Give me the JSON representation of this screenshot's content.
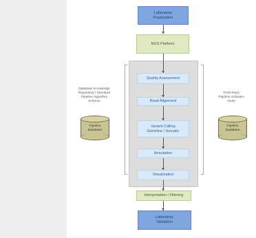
{
  "flow": {
    "top_box": "Laboratory\nPreparation",
    "ngs_platform": "NGS Platform",
    "steps": [
      "Quality Assessment",
      "Read Alignment",
      "Variant Calling\nGermline / Somatic",
      "Annotation",
      "Visualization"
    ],
    "interpretation": "Interpretation / Filtering",
    "bottom_box": "Laboratory\nValidation"
  },
  "left_side": {
    "caption": "Database Knowledge\nRepository / Standard\nPipeline Algorithm\nScheme",
    "db_label": "Pipeline\nDatabase"
  },
  "right_side": {
    "caption": "Third-Party\nPipeline Software\nTools",
    "db_label": "Pipeline\nDatabase"
  },
  "colors": {
    "blue_box": "#7fa7de",
    "green_box": "#dfe9c2",
    "step_box": "#d9e9f7",
    "pipeline_panel": "#dddddd",
    "database": "#c9c494"
  }
}
